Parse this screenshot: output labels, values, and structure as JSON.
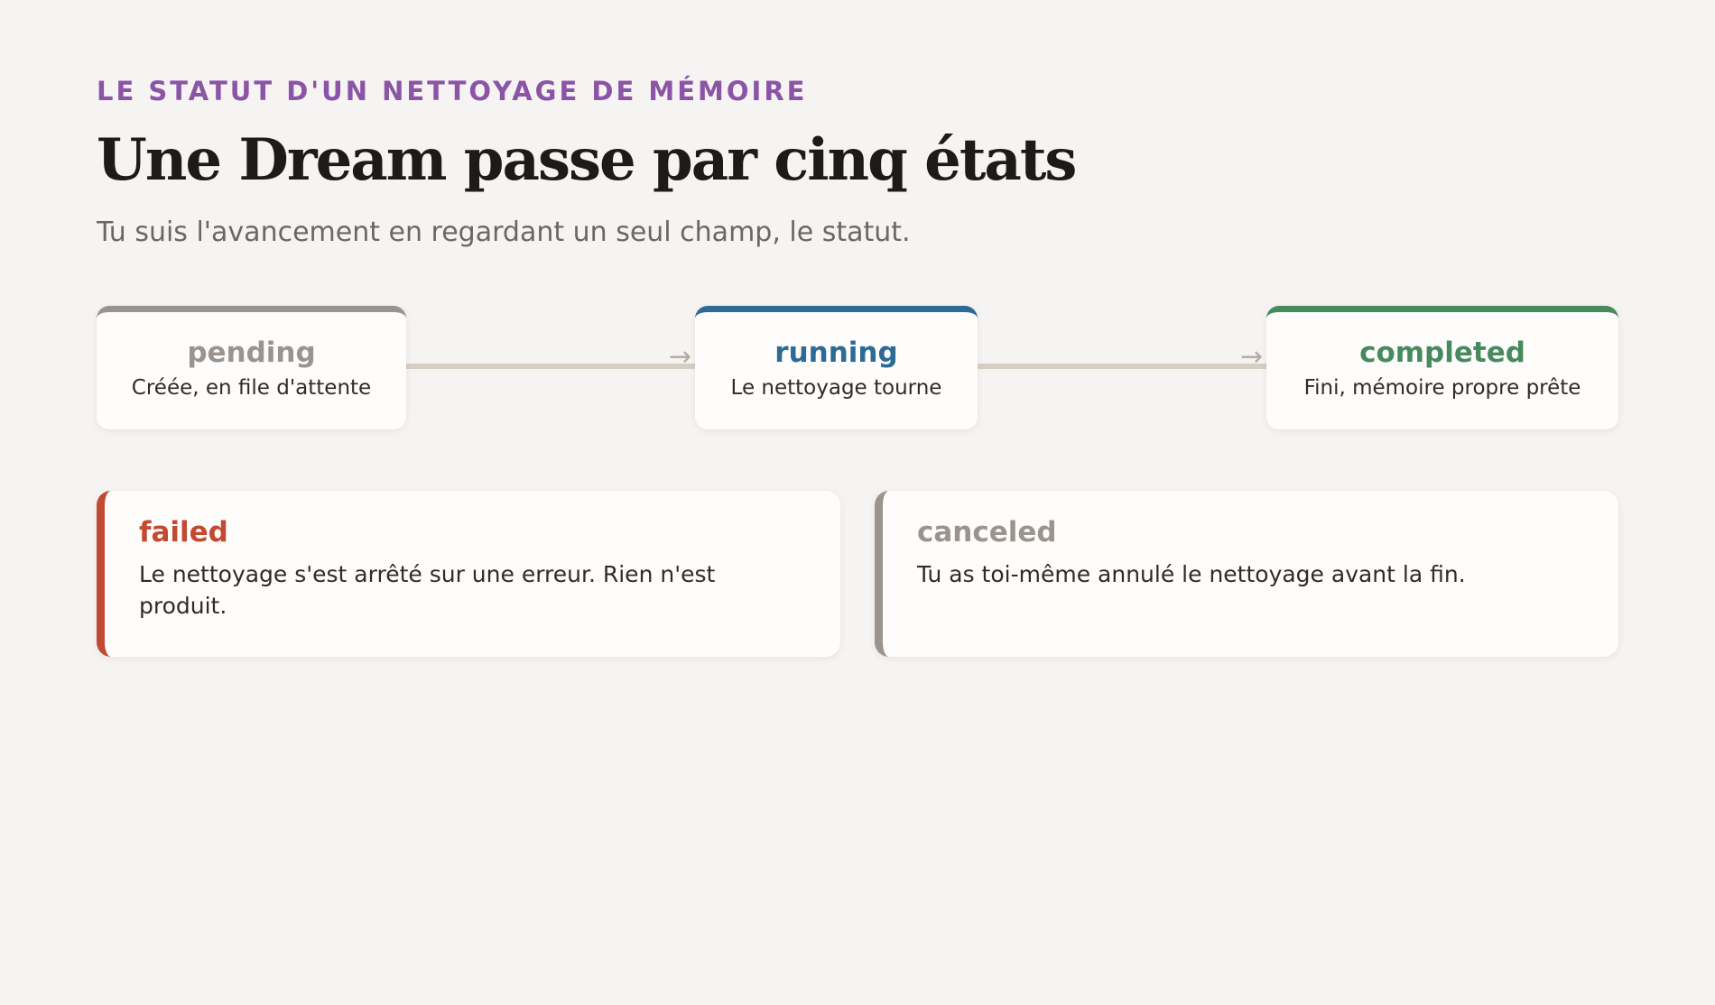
{
  "header": {
    "eyebrow": "LE STATUT D'UN NETTOYAGE DE MÉMOIRE",
    "title": "Une Dream passe par cinq états",
    "subtitle": "Tu suis l'avancement en regardant un seul champ, le statut."
  },
  "flow": {
    "states": [
      {
        "name": "pending",
        "description": "Créée, en file d'attente",
        "color": "#9b948e"
      },
      {
        "name": "running",
        "description": "Le nettoyage tourne",
        "color": "#2d6a96"
      },
      {
        "name": "completed",
        "description": "Fini, mémoire propre prête",
        "color": "#468a5e"
      }
    ],
    "arrow_glyph": "→"
  },
  "terminal_states": [
    {
      "name": "failed",
      "description": "Le nettoyage s'est arrêté sur une erreur. Rien n'est produit.",
      "color": "#c24a33"
    },
    {
      "name": "canceled",
      "description": "Tu as toi-même annulé le nettoyage avant la fin.",
      "color": "#9b948e"
    }
  ],
  "colors": {
    "accent": "#8b54a6",
    "background": "#f5f4f2",
    "connector": "#d6cdc3"
  }
}
